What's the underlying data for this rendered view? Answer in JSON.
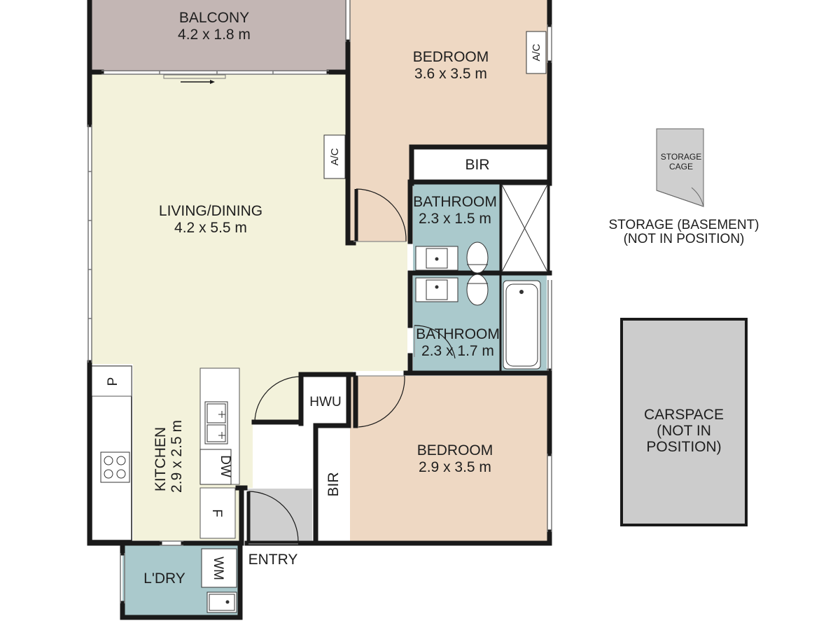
{
  "labels": {
    "balcony": {
      "name": "BALCONY",
      "size": "4.2 x 1.8 m"
    },
    "bedroom1": {
      "name": "BEDROOM",
      "size": "3.6 x 3.5 m"
    },
    "living": {
      "name": "LIVING/DINING",
      "size": "4.2 x 5.5 m"
    },
    "bathroom1": {
      "name": "BATHROOM",
      "size": "2.3 x 1.5 m"
    },
    "bathroom2": {
      "name": "BATHROOM",
      "size": "2.3 x 1.7 m"
    },
    "bedroom2": {
      "name": "BEDROOM",
      "size": "2.9 x 3.5 m"
    },
    "kitchen": {
      "name": "KITCHEN",
      "size": "2.9 x 2.5 m"
    },
    "laundry": {
      "name": "L'DRY"
    },
    "entry": {
      "name": "ENTRY"
    },
    "bir_top": "BIR",
    "bir_bottom": "BIR",
    "hwu": "HWU",
    "ac_bedroom": "A/C",
    "ac_living": "A/C",
    "pantry": "P",
    "dishwasher": "DW",
    "fridge": "F",
    "washing_machine": "WM",
    "storage_cage": {
      "line1": "STORAGE",
      "line2": "CAGE"
    },
    "storage_basement": {
      "line1": "STORAGE (BASEMENT)",
      "line2": "(NOT IN POSITION)"
    },
    "carspace": {
      "line1": "CARSPACE",
      "line2": "(NOT IN",
      "line3": "POSITION)"
    }
  },
  "colors": {
    "balcony": "#c3b6b4",
    "living": "#f3f2db",
    "bedroom": "#eed8c3",
    "bathroom": "#aac9cc",
    "storage": "#cfcfcf",
    "carspace": "#cccccc",
    "walls": "#1a1a1a"
  }
}
